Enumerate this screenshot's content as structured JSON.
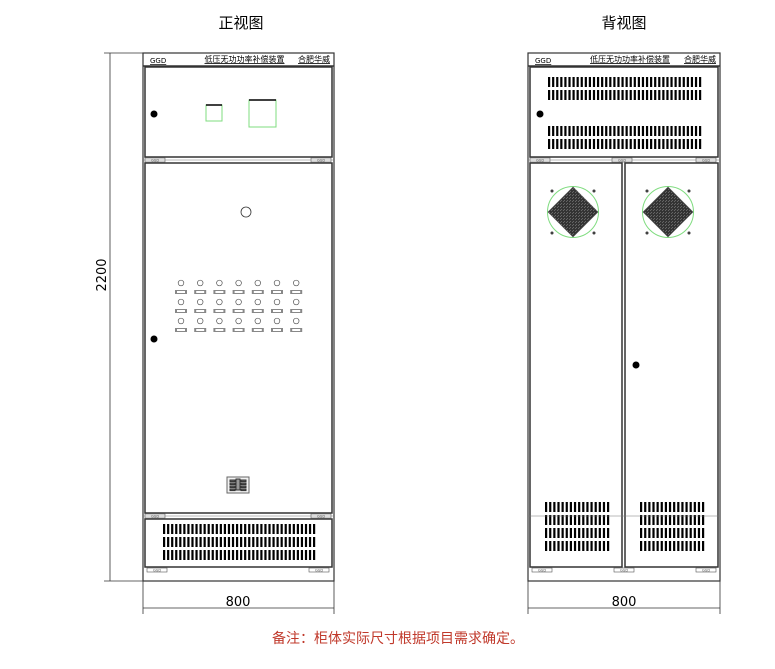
{
  "views": {
    "front": {
      "title": "正视图",
      "width_label": "800",
      "height_label": "2200"
    },
    "back": {
      "title": "背视图",
      "width_label": "800"
    }
  },
  "nameplate": {
    "model": "GGD",
    "product": "低压无功功率补偿装置",
    "maker": "合肥华威"
  },
  "rail_label": "GGD",
  "note": "备注：柜体实际尺寸根据项目需求确定。",
  "colors": {
    "line": "#333333",
    "accent_green": "#7fdc7f",
    "note_red": "#c0392b"
  }
}
